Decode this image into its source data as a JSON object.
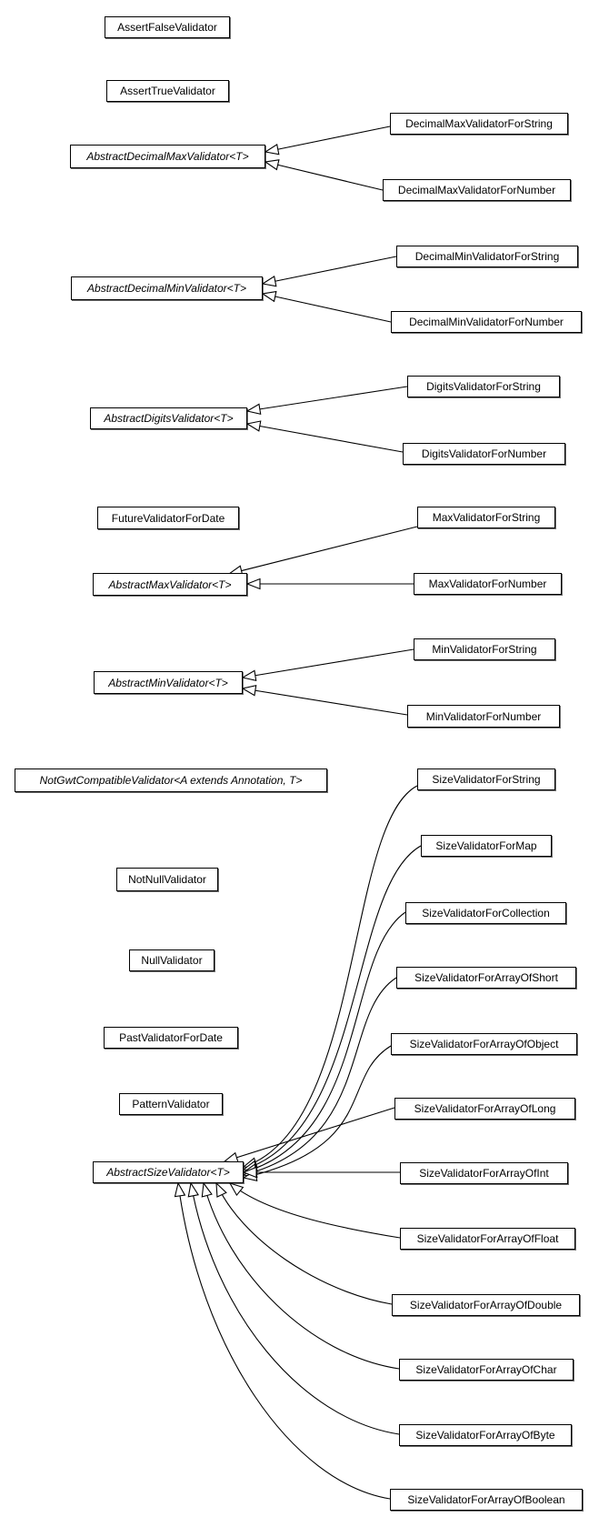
{
  "diagram": {
    "kind": "class-inheritance-diagram",
    "colors": {
      "background": "#ffffff",
      "box_fill": "#ffffff",
      "box_border": "#000000",
      "edge": "#000000",
      "text": "#000000"
    },
    "arrow_style": "hollow-triangle-generalization",
    "nodes": [
      {
        "id": "AssertFalseValidator",
        "label": "AssertFalseValidator",
        "abstract": false
      },
      {
        "id": "AssertTrueValidator",
        "label": "AssertTrueValidator",
        "abstract": false
      },
      {
        "id": "DecimalMaxValidatorForString",
        "label": "DecimalMaxValidatorForString",
        "abstract": false
      },
      {
        "id": "AbstractDecimalMaxValidator",
        "label": "AbstractDecimalMaxValidator<T>",
        "abstract": true
      },
      {
        "id": "DecimalMaxValidatorForNumber",
        "label": "DecimalMaxValidatorForNumber",
        "abstract": false
      },
      {
        "id": "DecimalMinValidatorForString",
        "label": "DecimalMinValidatorForString",
        "abstract": false
      },
      {
        "id": "AbstractDecimalMinValidator",
        "label": "AbstractDecimalMinValidator<T>",
        "abstract": true
      },
      {
        "id": "DecimalMinValidatorForNumber",
        "label": "DecimalMinValidatorForNumber",
        "abstract": false
      },
      {
        "id": "DigitsValidatorForString",
        "label": "DigitsValidatorForString",
        "abstract": false
      },
      {
        "id": "AbstractDigitsValidator",
        "label": "AbstractDigitsValidator<T>",
        "abstract": true
      },
      {
        "id": "DigitsValidatorForNumber",
        "label": "DigitsValidatorForNumber",
        "abstract": false
      },
      {
        "id": "FutureValidatorForDate",
        "label": "FutureValidatorForDate",
        "abstract": false
      },
      {
        "id": "MaxValidatorForString",
        "label": "MaxValidatorForString",
        "abstract": false
      },
      {
        "id": "AbstractMaxValidator",
        "label": "AbstractMaxValidator<T>",
        "abstract": true
      },
      {
        "id": "MaxValidatorForNumber",
        "label": "MaxValidatorForNumber",
        "abstract": false
      },
      {
        "id": "MinValidatorForString",
        "label": "MinValidatorForString",
        "abstract": false
      },
      {
        "id": "AbstractMinValidator",
        "label": "AbstractMinValidator<T>",
        "abstract": true
      },
      {
        "id": "MinValidatorForNumber",
        "label": "MinValidatorForNumber",
        "abstract": false
      },
      {
        "id": "NotGwtCompatibleValidator",
        "label": "NotGwtCompatibleValidator<A extends Annotation, T>",
        "abstract": true
      },
      {
        "id": "SizeValidatorForString",
        "label": "SizeValidatorForString",
        "abstract": false
      },
      {
        "id": "NotNullValidator",
        "label": "NotNullValidator",
        "abstract": false
      },
      {
        "id": "SizeValidatorForMap",
        "label": "SizeValidatorForMap",
        "abstract": false
      },
      {
        "id": "SizeValidatorForCollection",
        "label": "SizeValidatorForCollection",
        "abstract": false
      },
      {
        "id": "NullValidator",
        "label": "NullValidator",
        "abstract": false
      },
      {
        "id": "SizeValidatorForArrayOfShort",
        "label": "SizeValidatorForArrayOfShort",
        "abstract": false
      },
      {
        "id": "PastValidatorForDate",
        "label": "PastValidatorForDate",
        "abstract": false
      },
      {
        "id": "SizeValidatorForArrayOfObject",
        "label": "SizeValidatorForArrayOfObject",
        "abstract": false
      },
      {
        "id": "PatternValidator",
        "label": "PatternValidator",
        "abstract": false
      },
      {
        "id": "SizeValidatorForArrayOfLong",
        "label": "SizeValidatorForArrayOfLong",
        "abstract": false
      },
      {
        "id": "AbstractSizeValidator",
        "label": "AbstractSizeValidator<T>",
        "abstract": true
      },
      {
        "id": "SizeValidatorForArrayOfInt",
        "label": "SizeValidatorForArrayOfInt",
        "abstract": false
      },
      {
        "id": "SizeValidatorForArrayOfFloat",
        "label": "SizeValidatorForArrayOfFloat",
        "abstract": false
      },
      {
        "id": "SizeValidatorForArrayOfDouble",
        "label": "SizeValidatorForArrayOfDouble",
        "abstract": false
      },
      {
        "id": "SizeValidatorForArrayOfChar",
        "label": "SizeValidatorForArrayOfChar",
        "abstract": false
      },
      {
        "id": "SizeValidatorForArrayOfByte",
        "label": "SizeValidatorForArrayOfByte",
        "abstract": false
      },
      {
        "id": "SizeValidatorForArrayOfBoolean",
        "label": "SizeValidatorForArrayOfBoolean",
        "abstract": false
      }
    ],
    "edges": [
      {
        "from": "DecimalMaxValidatorForString",
        "to": "AbstractDecimalMaxValidator",
        "relation": "generalization"
      },
      {
        "from": "DecimalMaxValidatorForNumber",
        "to": "AbstractDecimalMaxValidator",
        "relation": "generalization"
      },
      {
        "from": "DecimalMinValidatorForString",
        "to": "AbstractDecimalMinValidator",
        "relation": "generalization"
      },
      {
        "from": "DecimalMinValidatorForNumber",
        "to": "AbstractDecimalMinValidator",
        "relation": "generalization"
      },
      {
        "from": "DigitsValidatorForString",
        "to": "AbstractDigitsValidator",
        "relation": "generalization"
      },
      {
        "from": "DigitsValidatorForNumber",
        "to": "AbstractDigitsValidator",
        "relation": "generalization"
      },
      {
        "from": "MaxValidatorForString",
        "to": "AbstractMaxValidator",
        "relation": "generalization"
      },
      {
        "from": "MaxValidatorForNumber",
        "to": "AbstractMaxValidator",
        "relation": "generalization"
      },
      {
        "from": "MinValidatorForString",
        "to": "AbstractMinValidator",
        "relation": "generalization"
      },
      {
        "from": "MinValidatorForNumber",
        "to": "AbstractMinValidator",
        "relation": "generalization"
      },
      {
        "from": "SizeValidatorForString",
        "to": "AbstractSizeValidator",
        "relation": "generalization"
      },
      {
        "from": "SizeValidatorForMap",
        "to": "AbstractSizeValidator",
        "relation": "generalization"
      },
      {
        "from": "SizeValidatorForCollection",
        "to": "AbstractSizeValidator",
        "relation": "generalization"
      },
      {
        "from": "SizeValidatorForArrayOfShort",
        "to": "AbstractSizeValidator",
        "relation": "generalization"
      },
      {
        "from": "SizeValidatorForArrayOfObject",
        "to": "AbstractSizeValidator",
        "relation": "generalization"
      },
      {
        "from": "SizeValidatorForArrayOfLong",
        "to": "AbstractSizeValidator",
        "relation": "generalization"
      },
      {
        "from": "SizeValidatorForArrayOfInt",
        "to": "AbstractSizeValidator",
        "relation": "generalization"
      },
      {
        "from": "SizeValidatorForArrayOfFloat",
        "to": "AbstractSizeValidator",
        "relation": "generalization"
      },
      {
        "from": "SizeValidatorForArrayOfDouble",
        "to": "AbstractSizeValidator",
        "relation": "generalization"
      },
      {
        "from": "SizeValidatorForArrayOfChar",
        "to": "AbstractSizeValidator",
        "relation": "generalization"
      },
      {
        "from": "SizeValidatorForArrayOfByte",
        "to": "AbstractSizeValidator",
        "relation": "generalization"
      },
      {
        "from": "SizeValidatorForArrayOfBoolean",
        "to": "AbstractSizeValidator",
        "relation": "generalization"
      }
    ]
  }
}
